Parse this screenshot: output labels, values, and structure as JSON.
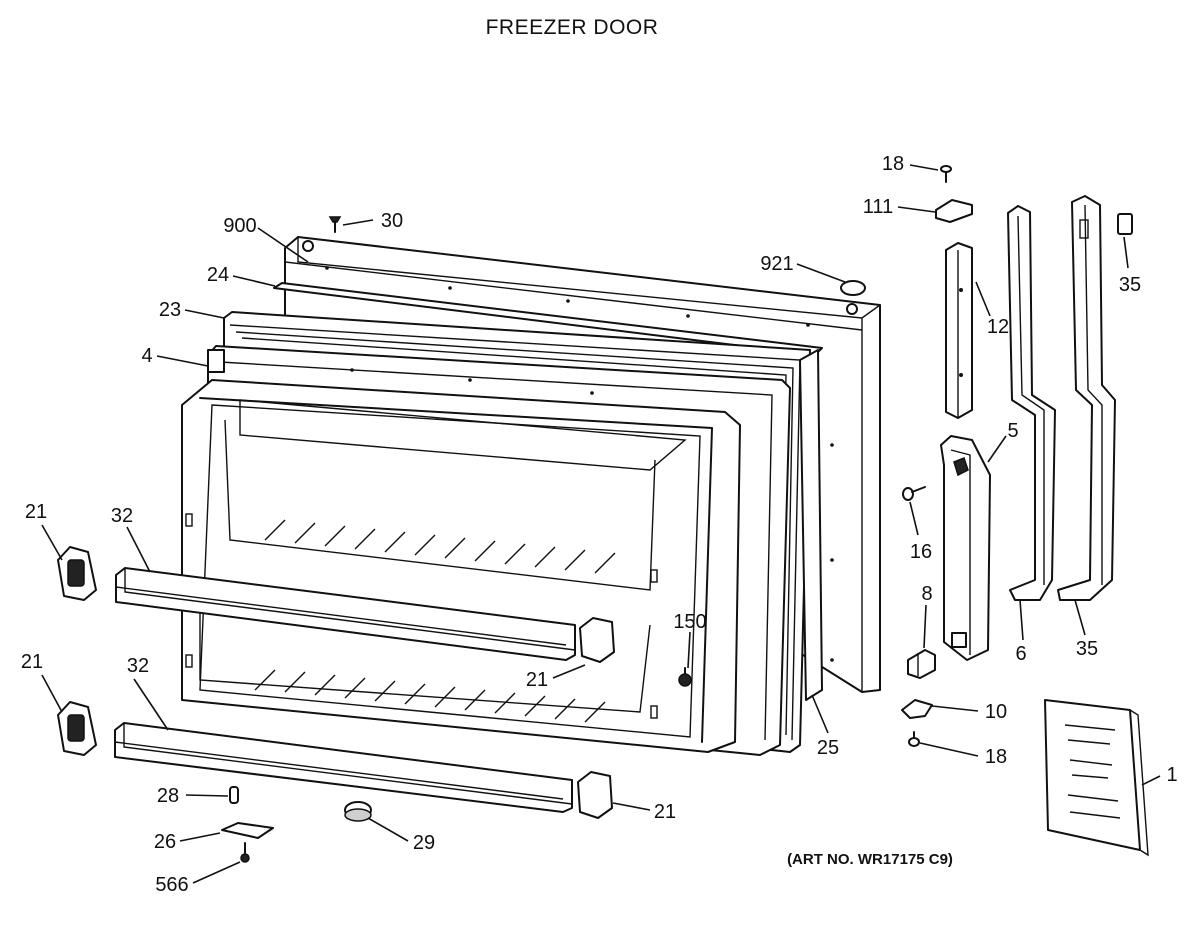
{
  "title": "FREEZER DOOR",
  "art_number": "(ART NO. WR17175 C9)",
  "callouts": {
    "c18a": "18",
    "c111": "111",
    "c30": "30",
    "c900": "900",
    "c921": "921",
    "c24": "24",
    "c23": "23",
    "c4": "4",
    "c12": "12",
    "c35a": "35",
    "c5": "5",
    "c16": "16",
    "c21a": "21",
    "c32a": "32",
    "c150": "150",
    "c21b": "21",
    "c8": "8",
    "c6": "6",
    "c35b": "35",
    "c21c": "21",
    "c32b": "32",
    "c10": "10",
    "c18b": "18",
    "c25": "25",
    "c1": "1",
    "c28": "28",
    "c21d": "21",
    "c26": "26",
    "c29": "29",
    "c566": "566"
  }
}
